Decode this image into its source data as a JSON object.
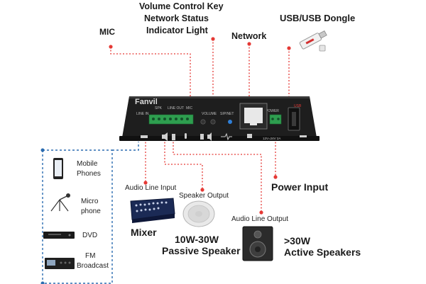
{
  "labels": {
    "mic": "MIC",
    "volume_key": "Volume Control Key",
    "network_status": "Network Status",
    "indicator_light": "Indicator Light",
    "network": "Network",
    "usb": "USB/USB Dongle",
    "audio_line_input": "Audio Line Input",
    "speaker_output": "Speaker Output",
    "power_input": "Power Input",
    "audio_line_output": "Audio Line Output",
    "mixer": "Mixer",
    "passive_speaker_1": "10W-30W",
    "passive_speaker_2": "Passive Speaker",
    "active_speakers_1": ">30W",
    "active_speakers_2": "Active Speakers"
  },
  "device": {
    "brand": "Fanvil",
    "port_labels": {
      "line_in": "LINE IN",
      "spk": "SPK",
      "line_out": "LINE OUT",
      "mic": "MIC",
      "volume": "VOLUME",
      "sip_net": "SIP/NET",
      "power": "POWER",
      "usb": "USB",
      "voltage": "12V=24V 2A"
    }
  },
  "sources": [
    {
      "label_1": "Mobile",
      "label_2": "Phones"
    },
    {
      "label_1": "Micro",
      "label_2": "phone"
    },
    {
      "label_1": "DVD",
      "label_2": ""
    },
    {
      "label_1": "FM",
      "label_2": "Broadcast"
    }
  ],
  "colors": {
    "callout_red": "#e53935",
    "dashed_blue": "#2b6cb0",
    "device_body": "#1e1e1e",
    "terminal_green": "#2e9e4f"
  }
}
